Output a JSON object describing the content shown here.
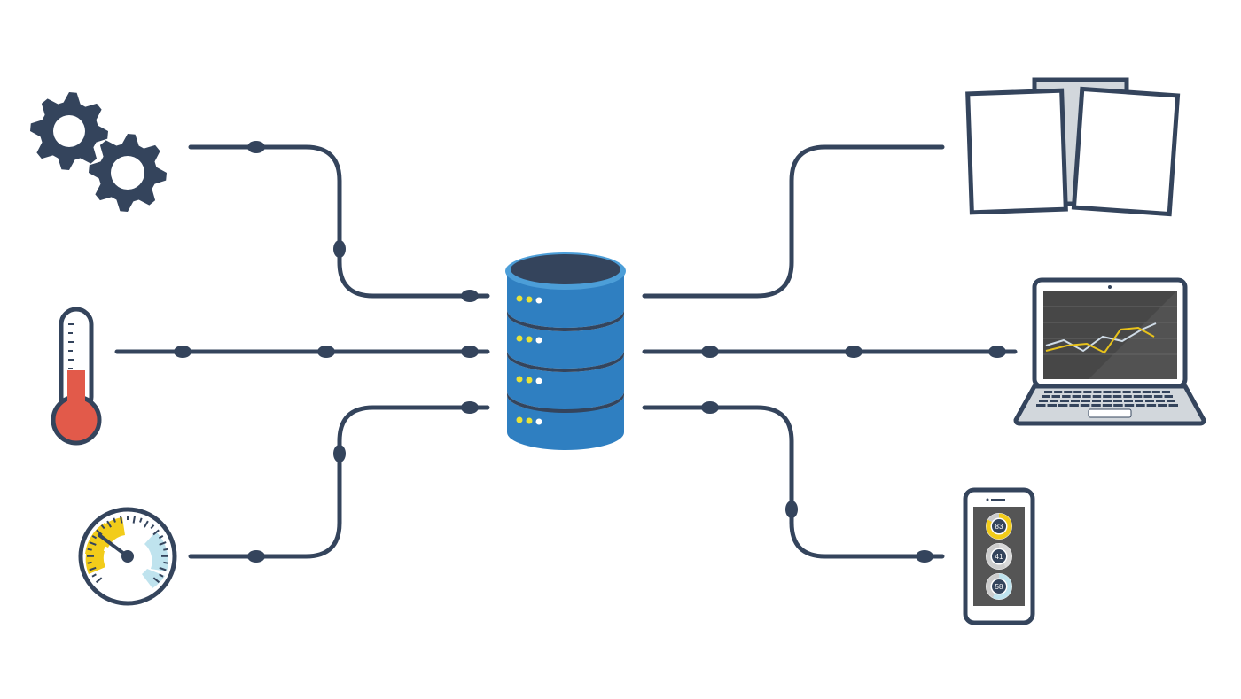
{
  "diagram": {
    "type": "data-integration-hub",
    "colors": {
      "line": "#34445c",
      "db_blue": "#2f7fc1",
      "db_light": "#4c9ed8",
      "db_top": "#34445c",
      "led_yellow": "#e8e23a",
      "led_white": "#ffffff",
      "thermo_red": "#e25a4a",
      "gauge_yellow": "#f2cc1a",
      "gauge_cyan": "#bfe3ee",
      "doc_gray": "#d2d7dc",
      "screen_dark": "#474747",
      "chart_yellow": "#e8c21b",
      "chart_white": "#cfdbe6"
    },
    "center": {
      "name": "database",
      "icon": "database-server-icon",
      "tiers": 4
    },
    "sources": [
      {
        "name": "settings",
        "icon": "gears-icon"
      },
      {
        "name": "temperature",
        "icon": "thermometer-icon"
      },
      {
        "name": "speed",
        "icon": "gauge-icon"
      }
    ],
    "outputs": [
      {
        "name": "documents",
        "icon": "documents-icon"
      },
      {
        "name": "laptop-dashboard",
        "icon": "laptop-chart-icon"
      },
      {
        "name": "mobile-dashboard",
        "icon": "phone-dashboard-icon"
      }
    ],
    "phone_stats": [
      {
        "value": "83",
        "fraction": 0.83,
        "color": "#f2cc1a"
      },
      {
        "value": "41",
        "fraction": 0.41,
        "color": "#d9d9d9"
      },
      {
        "value": "58",
        "fraction": 0.58,
        "color": "#bfe3ee"
      }
    ]
  }
}
